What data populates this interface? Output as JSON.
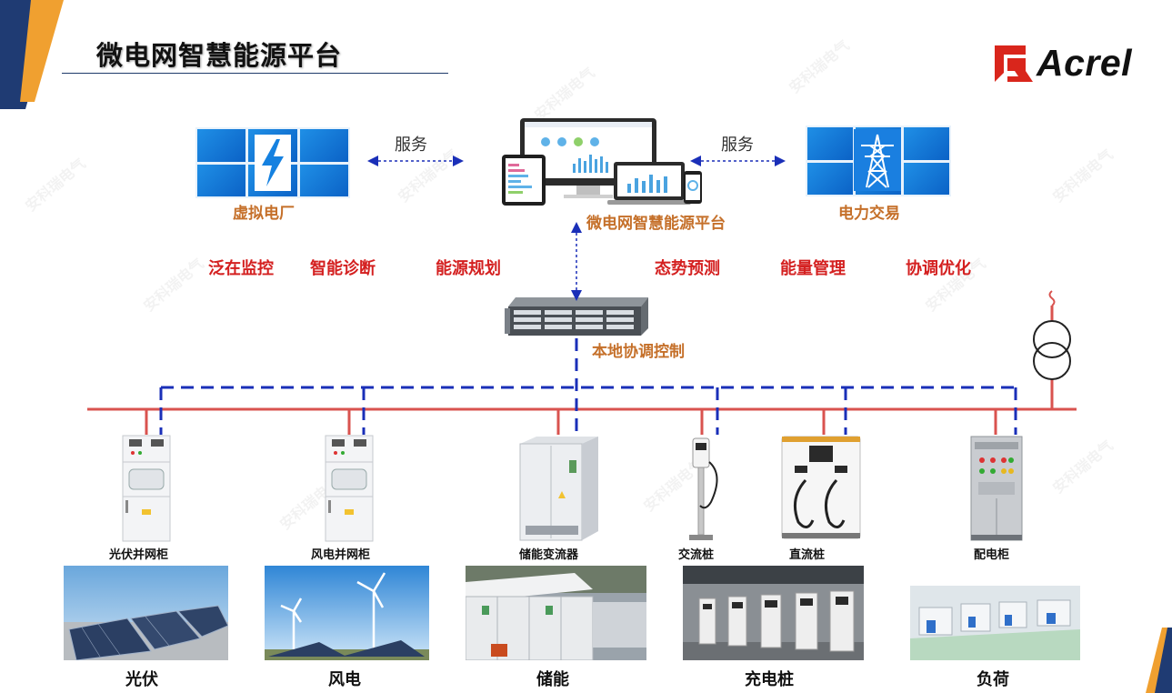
{
  "header": {
    "title": "微电网智慧能源平台",
    "logo_text": "Acrel",
    "watermark": "安科瑞电气"
  },
  "top": {
    "left_service": "服务",
    "right_service": "服务",
    "virtual_plant": "虚拟电厂",
    "platform": "微电网智慧能源平台",
    "power_trade": "电力交易"
  },
  "functions": [
    "泛在监控",
    "智能诊断",
    "能源规划",
    "态势预测",
    "能量管理",
    "协调优化"
  ],
  "controller": {
    "label": "本地协调控制"
  },
  "devices": [
    "光伏并网柜",
    "风电并网柜",
    "储能变流器",
    "交流桩",
    "直流桩",
    "配电柜"
  ],
  "scenes": [
    "光伏",
    "风电",
    "储能",
    "充电桩",
    "负荷"
  ],
  "colors": {
    "bus": "#d9534f",
    "comm": "#1a2fb8",
    "accent_orange": "#c5702a",
    "function_red": "#d42020",
    "logo_red": "#d9261c"
  }
}
